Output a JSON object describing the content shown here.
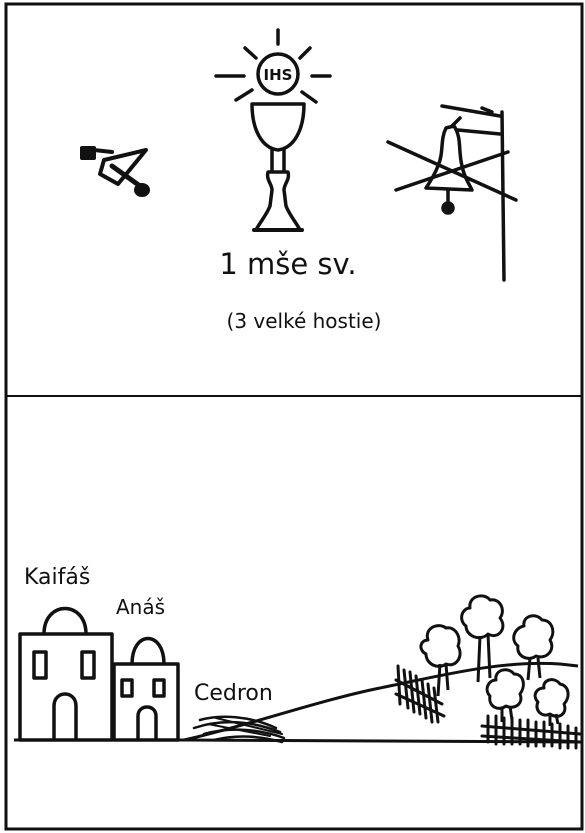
{
  "top_panel": {
    "ihs_label": "IHS",
    "mass_label": "1 mše sv.",
    "hosts_label": "(3 velké hostie)",
    "icons": [
      "hammer-icon",
      "chalice-icon",
      "crossed-bell-icon"
    ]
  },
  "bottom_panel": {
    "kaifas_label": "Kaifáš",
    "anas_label": "Anáš",
    "cedron_label": "Cedron",
    "icons": [
      "kaifas-house-icon",
      "anas-house-icon",
      "cedron-stream-icon",
      "olive-trees-icon",
      "garden-fence-icon"
    ]
  },
  "colors": {
    "ink": "#111111",
    "paper": "#ffffff"
  }
}
